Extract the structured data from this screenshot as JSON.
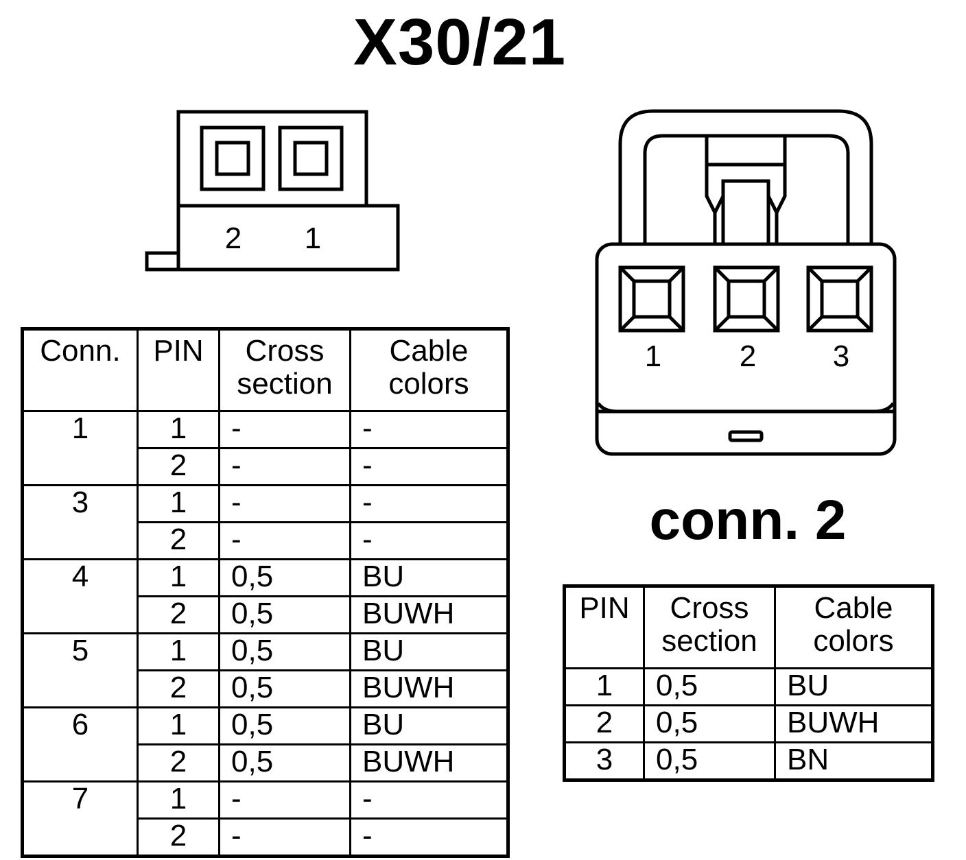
{
  "title": "X30/21",
  "connector_x30": {
    "icon": "two-pin-connector-icon",
    "pin_labels": [
      "2",
      "1"
    ]
  },
  "connector_conn2": {
    "icon": "three-pin-connector-icon",
    "pin_labels": [
      "1",
      "2",
      "3"
    ],
    "title": "conn. 2"
  },
  "table_x30": {
    "headers": {
      "conn": "Conn.",
      "pin": "PIN",
      "cross_line1": "Cross",
      "cross_line2": "section",
      "color_line1": "Cable",
      "color_line2": "colors"
    },
    "groups": [
      {
        "conn": "1",
        "rows": [
          {
            "pin": "1",
            "cross": "-",
            "color": "-"
          },
          {
            "pin": "2",
            "cross": "-",
            "color": "-"
          }
        ]
      },
      {
        "conn": "3",
        "rows": [
          {
            "pin": "1",
            "cross": "-",
            "color": "-"
          },
          {
            "pin": "2",
            "cross": "-",
            "color": "-"
          }
        ]
      },
      {
        "conn": "4",
        "rows": [
          {
            "pin": "1",
            "cross": "0,5",
            "color": "BU"
          },
          {
            "pin": "2",
            "cross": "0,5",
            "color": "BUWH"
          }
        ]
      },
      {
        "conn": "5",
        "rows": [
          {
            "pin": "1",
            "cross": "0,5",
            "color": "BU"
          },
          {
            "pin": "2",
            "cross": "0,5",
            "color": "BUWH"
          }
        ]
      },
      {
        "conn": "6",
        "rows": [
          {
            "pin": "1",
            "cross": "0,5",
            "color": "BU"
          },
          {
            "pin": "2",
            "cross": "0,5",
            "color": "BUWH"
          }
        ]
      },
      {
        "conn": "7",
        "rows": [
          {
            "pin": "1",
            "cross": "-",
            "color": "-"
          },
          {
            "pin": "2",
            "cross": "-",
            "color": "-"
          }
        ]
      }
    ]
  },
  "table_conn2": {
    "headers": {
      "pin": "PIN",
      "cross_line1": "Cross",
      "cross_line2": "section",
      "color_line1": "Cable",
      "color_line2": "colors"
    },
    "rows": [
      {
        "pin": "1",
        "cross": "0,5",
        "color": "BU"
      },
      {
        "pin": "2",
        "cross": "0,5",
        "color": "BUWH"
      },
      {
        "pin": "3",
        "cross": "0,5",
        "color": "BN"
      }
    ]
  }
}
